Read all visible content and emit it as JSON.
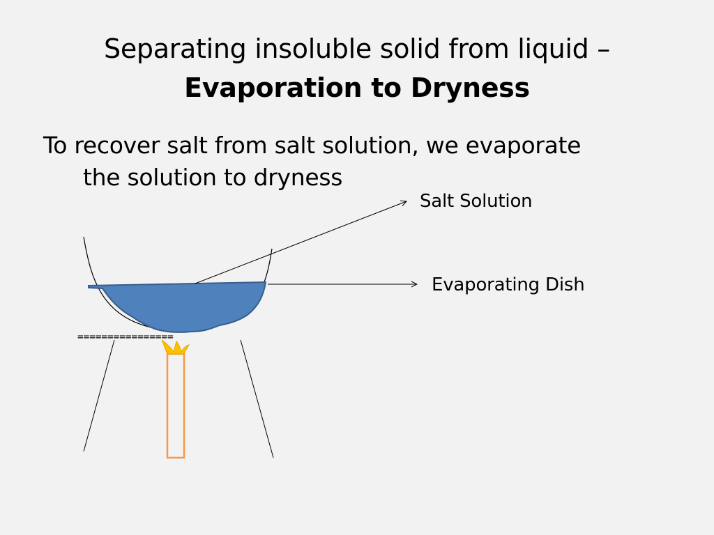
{
  "slide": {
    "title_line1": "Separating insoluble solid from liquid –",
    "title_line2": "Evaporation to Dryness",
    "body_line1": "To recover salt from salt solution, we evaporate",
    "body_line2": "the solution to dryness"
  },
  "diagram": {
    "label_salt_solution": "Salt Solution",
    "label_evaporating_dish": "Evaporating Dish",
    "gauze_marks": "================"
  },
  "colors": {
    "background": "#f2f2f2",
    "solution_fill": "#4f81bd",
    "solution_stroke": "#385d8a",
    "burner_stroke": "#f79646",
    "flame": "#ffc000"
  }
}
